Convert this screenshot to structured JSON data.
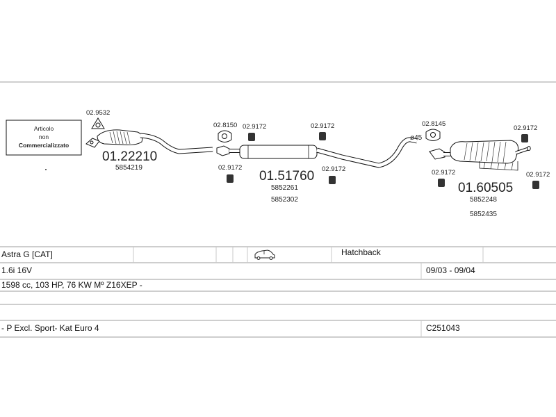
{
  "note": {
    "line1": "Articolo",
    "line2": "non",
    "line3": "Commercializzato"
  },
  "parts": {
    "front_pipe": {
      "code": "01.22210",
      "oem": [
        "5854219"
      ]
    },
    "middle_silencer": {
      "code": "01.51760",
      "oem": [
        "5852261",
        "5852302"
      ]
    },
    "rear_silencer": {
      "code": "01.60505",
      "oem": [
        "5852248",
        "5852435"
      ]
    }
  },
  "accessories": {
    "gasket_front": "02.9532",
    "hanger_mid_top": "02.8150",
    "clamp_mid_top_a": "02.9172",
    "clamp_mid_top_b": "02.9172",
    "clamp_mid_bottom_a": "02.9172",
    "clamp_mid_bottom_b": "02.9172",
    "hanger_rear_top": "02.8145",
    "diameter_label": "ø45",
    "clamp_rear_left": "02.9172",
    "clamp_rear_top_right": "02.9172",
    "clamp_rear_bottom_right": "02.9172"
  },
  "vehicle": {
    "model": "Astra G  [CAT]",
    "body": "Hatchback",
    "engine": "1.6i 16V",
    "years": "09/03 - 09/04",
    "spec": "1598 cc, 103 HP, 76 KW Mº Z16XEP -",
    "notes": "- P Excl. Sport- Kat Euro 4",
    "catalog_code": "C251043"
  }
}
